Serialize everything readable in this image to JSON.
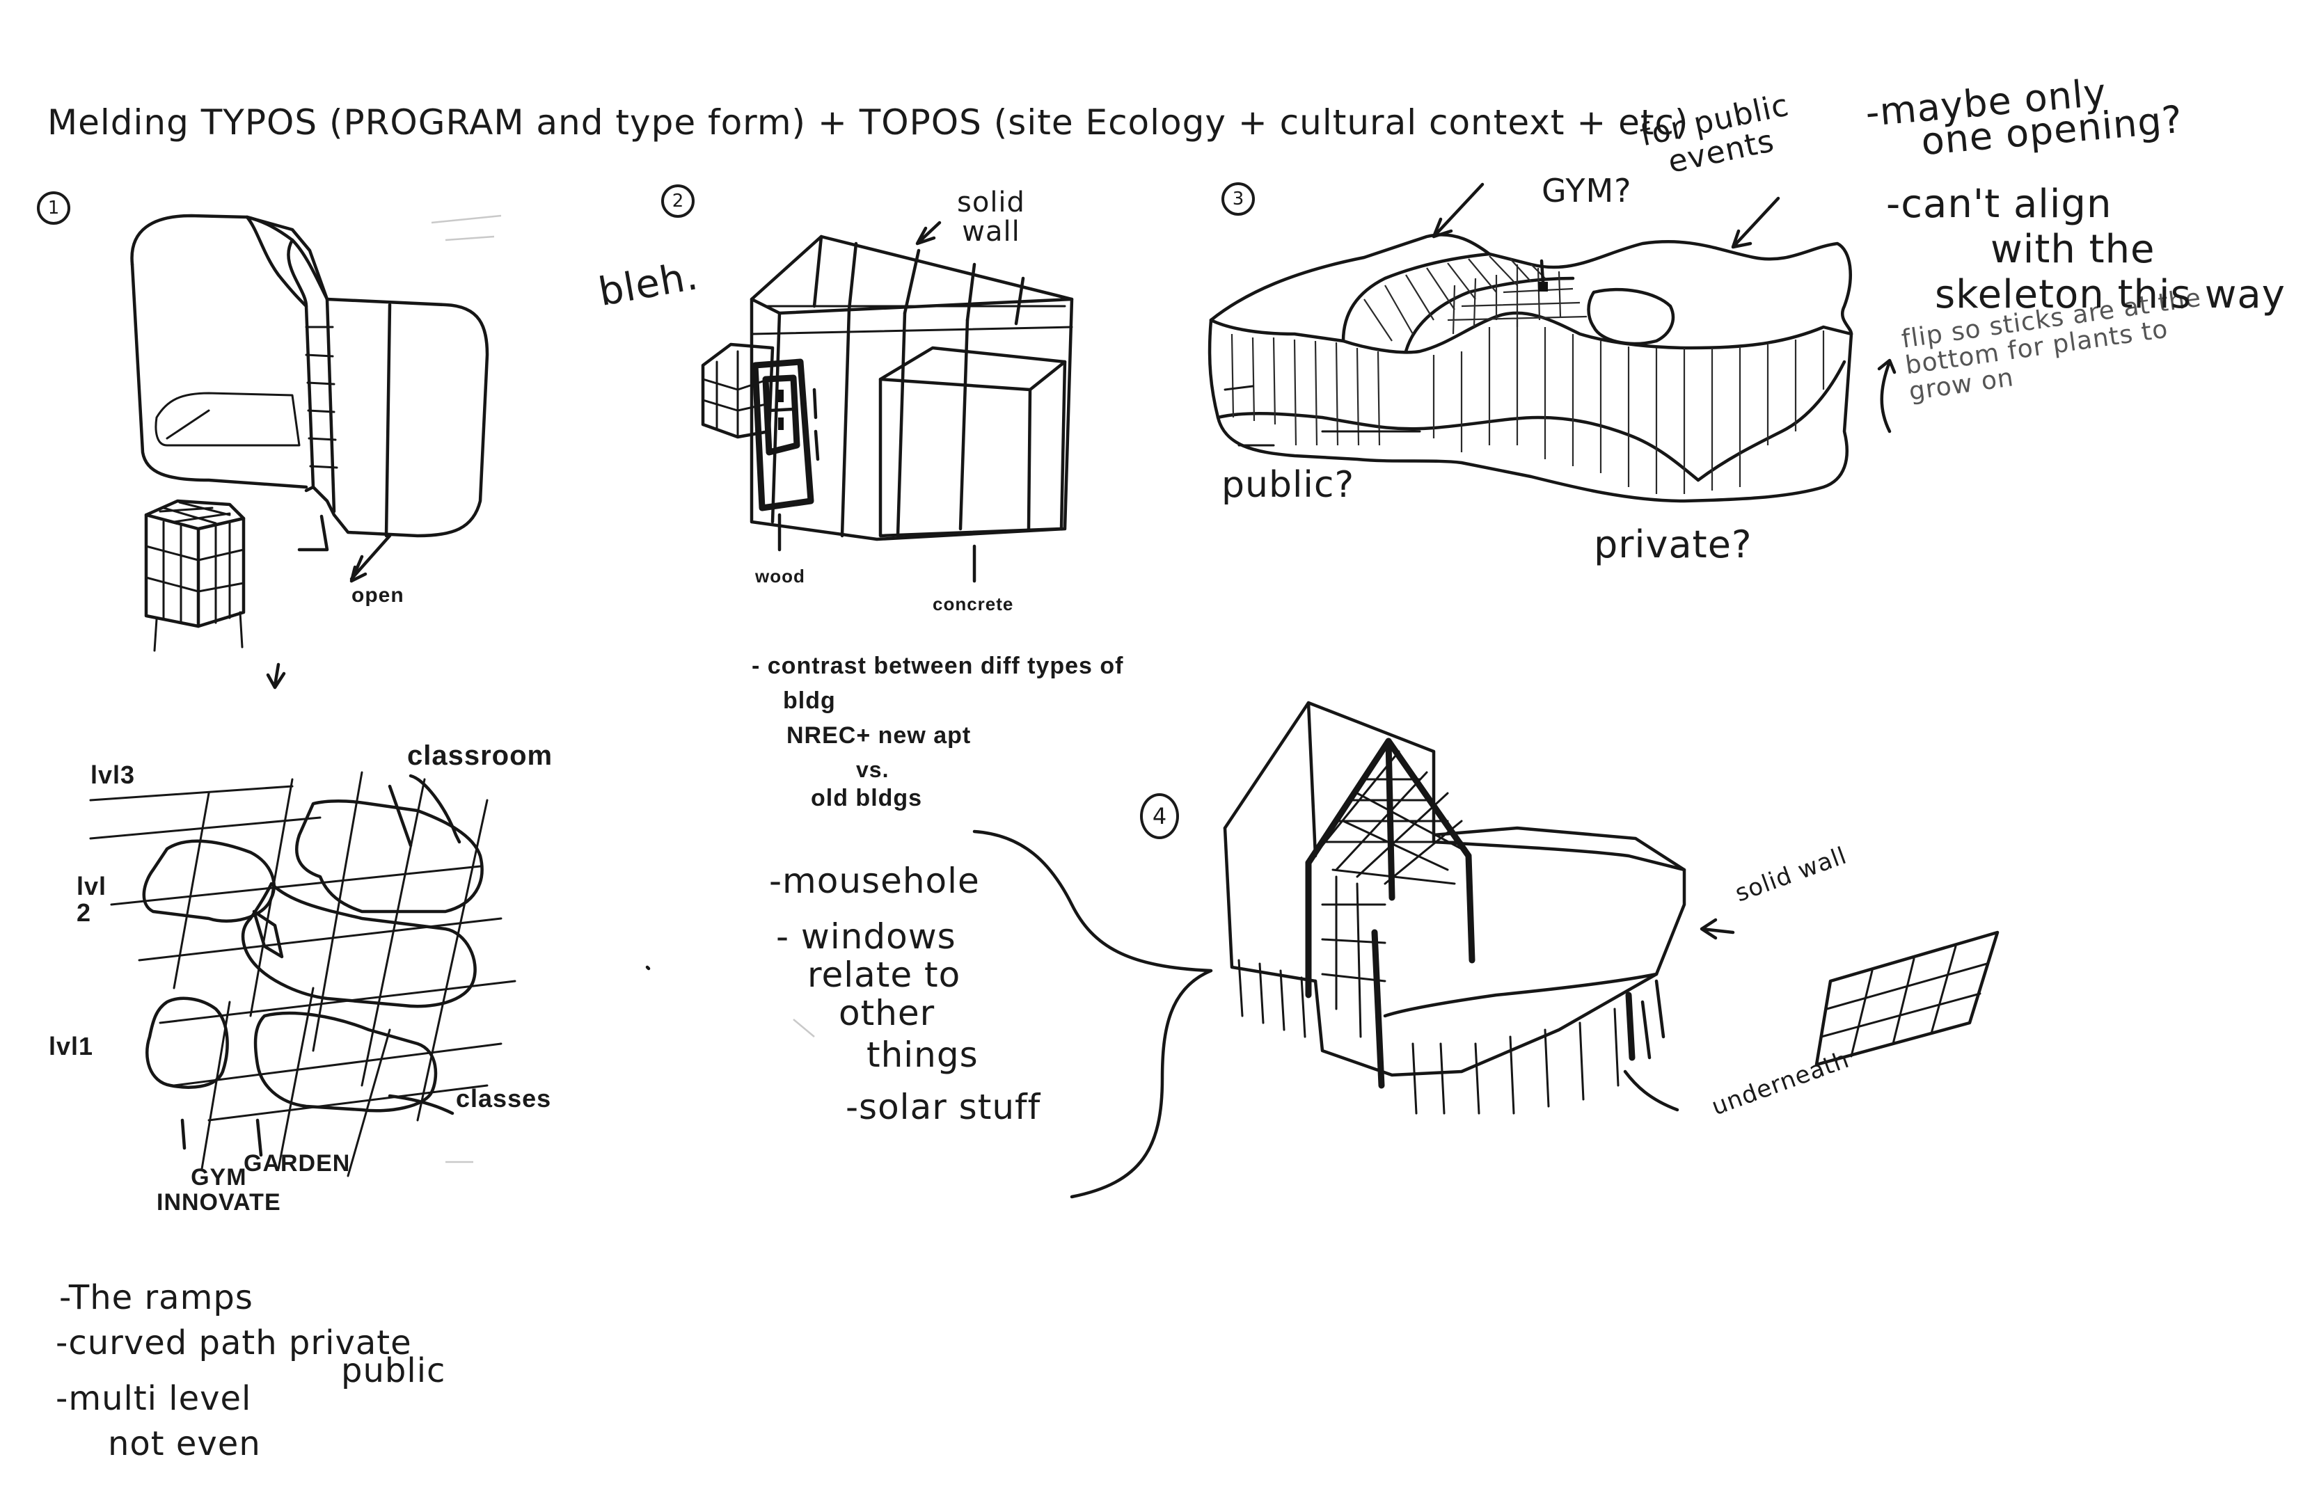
{
  "title": "Melding TYPOS (PROGRAM and type form) + TOPOS (site Ecology + cultural context + etc)",
  "sketch1": {
    "number": "1",
    "open": "open",
    "level3": "lvl3",
    "level2": "lvl\n2",
    "level1": "lvl1",
    "classroom": "classroom",
    "classes": "classes",
    "gym": "GYM\nINNOVATE",
    "garden": "GARDEN",
    "notes": [
      "-The ramps",
      "-curved path private",
      "public",
      "-multi level",
      "not even"
    ]
  },
  "sketch2": {
    "number": "2",
    "bleh": "bleh.",
    "solid_wall": "solid\nwall",
    "wood": "wood",
    "concrete": "concrete",
    "notes": [
      "- contrast between diff types of",
      "bldg",
      "NREC+ new apt",
      "vs.",
      "old bldgs"
    ]
  },
  "sketch3": {
    "number": "3",
    "gym": "GYM?",
    "for_public": "for public\nevents",
    "public": "public?",
    "private": "private?",
    "flip_note": "flip so sticks are at the\nbottom for plants to\ngrow on",
    "right_notes": [
      "-maybe only",
      "one opening?",
      "-can't align",
      "with the",
      "skeleton this way"
    ]
  },
  "sketch4": {
    "number": "4",
    "solid_wall": "solid wall",
    "underneath": "underneath",
    "notes": [
      "-mousehole",
      "- windows",
      "relate to",
      "other",
      "things",
      "-solar stuff"
    ]
  },
  "ink_color": "#161616"
}
